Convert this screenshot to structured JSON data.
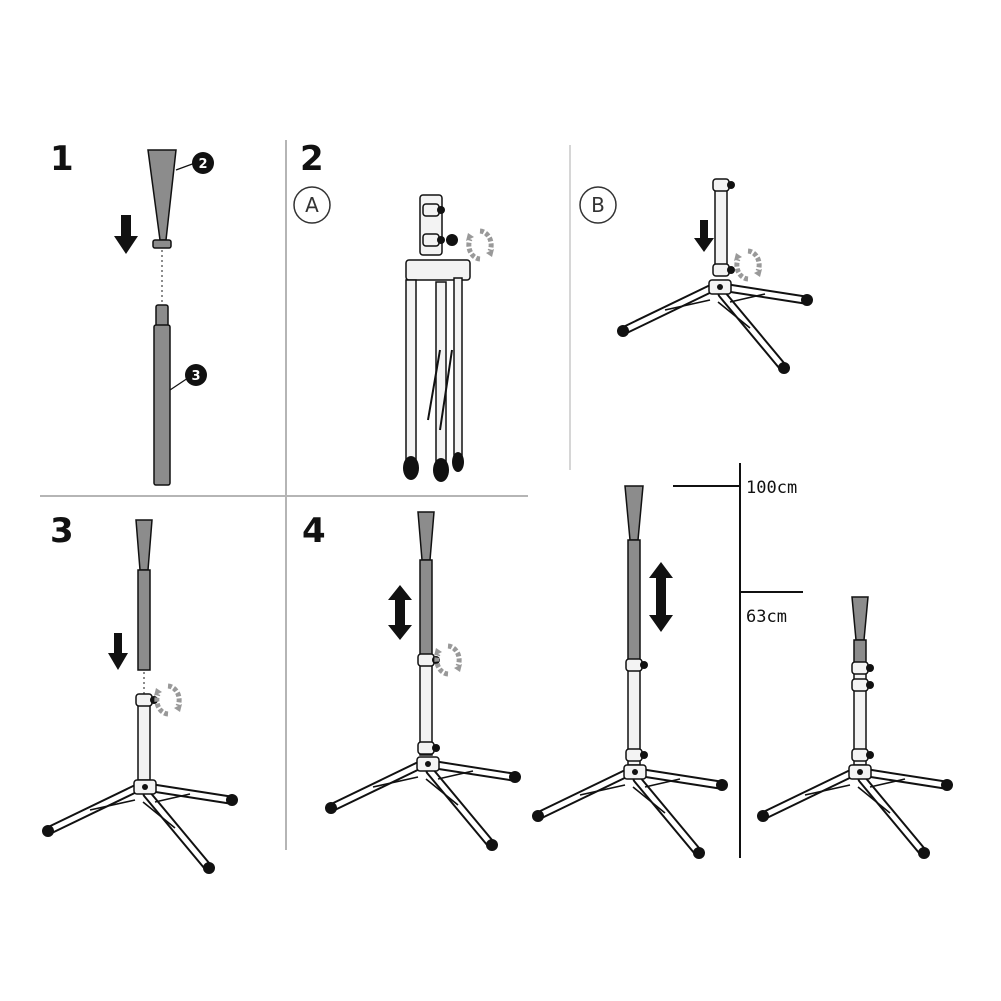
{
  "steps": {
    "s1": "1",
    "s2": "2",
    "s3": "3",
    "s4": "4"
  },
  "substeps": {
    "a": "A",
    "b": "B"
  },
  "badges": {
    "part2": "2",
    "part3": "3"
  },
  "measurements": {
    "max": "100cm",
    "min": "63cm"
  },
  "colors": {
    "line": "#111111",
    "part_fill": "#8c8c8c",
    "divider": "#b5b5b5",
    "rotate_arrow": "#999999"
  },
  "icons": [
    "down-arrow-icon",
    "up-down-arrow-icon",
    "rotate-arrow-icon"
  ]
}
